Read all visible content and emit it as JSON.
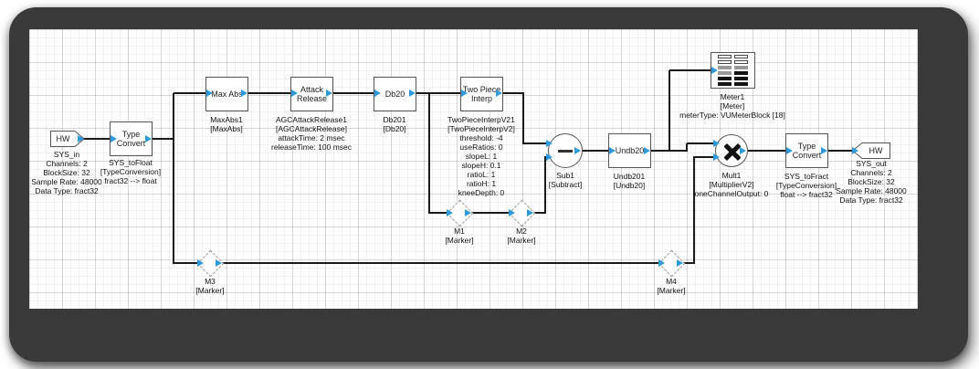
{
  "colors": {
    "port": "#2e9ad9",
    "wire": "#1a1a1a",
    "frame": "#3a3a3a"
  },
  "blocks": {
    "sys_in": {
      "title": "HW",
      "lines": [
        "SYS_in",
        "Channels: 2",
        "BlockSize: 32",
        "Sample Rate: 48000",
        "Data Type: fract32"
      ]
    },
    "sys_to_float": {
      "title": "Type Convert",
      "lines": [
        "SYS_toFloat",
        "[TypeConversion]",
        "fract32 --> float"
      ]
    },
    "max_abs": {
      "title": "Max Abs",
      "lines": [
        "MaxAbs1",
        "[MaxAbs]"
      ]
    },
    "attack_release": {
      "title": "Attack Release",
      "lines": [
        "AGCAttackRelease1",
        "[AGCAttackRelease]",
        "attackTime: 2 msec",
        "releaseTime: 100 msec"
      ]
    },
    "db20": {
      "title": "Db20",
      "lines": [
        "Db201",
        "[Db20]"
      ]
    },
    "two_piece_interp": {
      "title": "Two Piece Interp",
      "lines": [
        "TwoPieceInterpV21",
        "[TwoPieceInterpV2]",
        "threshold: -4",
        "useRatios: 0",
        "slopeL: 1",
        "slopeH: 0.1",
        "ratioL: 1",
        "ratioH: 1",
        "kneeDepth: 0"
      ]
    },
    "sub": {
      "lines": [
        "Sub1",
        "[Subtract]"
      ]
    },
    "undb20": {
      "title": "Undb20",
      "lines": [
        "Undb201",
        "[Undb20]"
      ]
    },
    "meter": {
      "lines": [
        "Meter1",
        "[Meter]",
        "meterType: VUMeterBlock [18]"
      ]
    },
    "mult": {
      "lines": [
        "Mult1",
        "[MultiplierV2]",
        "oneChannelOutput: 0"
      ]
    },
    "sys_to_fract": {
      "title": "Type Convert",
      "lines": [
        "SYS_toFract",
        "[TypeConversion]",
        "float --> fract32"
      ]
    },
    "sys_out": {
      "title": "HW",
      "lines": [
        "SYS_out",
        "Channels: 2",
        "BlockSize: 32",
        "Sample Rate: 48000",
        "Data Type: fract32"
      ]
    },
    "m1": {
      "lines": [
        "M1",
        "[Marker]"
      ]
    },
    "m2": {
      "lines": [
        "M2",
        "[Marker]"
      ]
    },
    "m3": {
      "lines": [
        "M3",
        "[Marker]"
      ]
    },
    "m4": {
      "lines": [
        "M4",
        "[Marker]"
      ]
    }
  }
}
